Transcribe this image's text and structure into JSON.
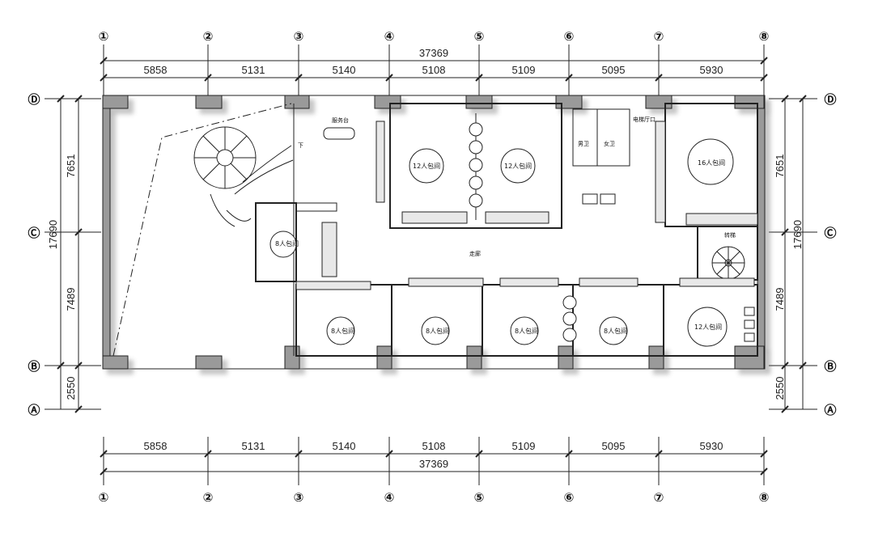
{
  "grid": {
    "columns": [
      "①",
      "②",
      "③",
      "④",
      "⑤",
      "⑥",
      "⑦",
      "⑧"
    ],
    "rows": [
      "Ⓓ",
      "Ⓒ",
      "Ⓑ",
      "Ⓐ"
    ]
  },
  "dimensions": {
    "total_x": "37369",
    "spans_x": [
      "5858",
      "5131",
      "5140",
      "5108",
      "5109",
      "5095",
      "5930"
    ],
    "total_y": "17690",
    "spans_y": [
      "7651",
      "7489",
      "2550"
    ]
  },
  "rooms": {
    "service_desk": "服务台",
    "down": "下",
    "room12_left": "12人包间",
    "room12_right": "12人包间",
    "room16": "16人包间",
    "room8_side": "8人包间",
    "corridor": "走廊",
    "male_wc": "男卫",
    "female_wc": "女卫",
    "dish_window": "电梯厅口",
    "stair_right": "转梯",
    "room8_a": "8人包间",
    "room8_b": "8人包间",
    "room8_c": "8人包间",
    "room8_d": "8人包间",
    "room12_bottom": "12人包间"
  }
}
